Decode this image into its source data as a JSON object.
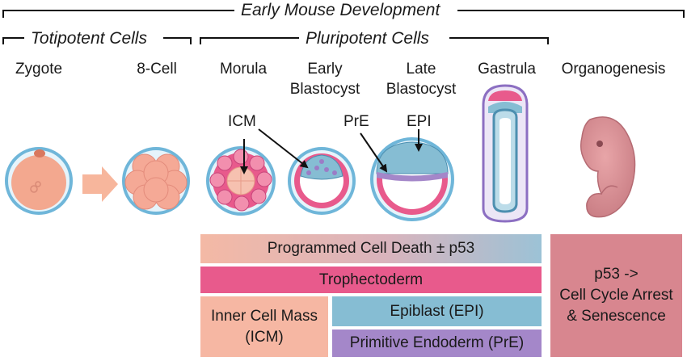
{
  "header": {
    "title": "Early Mouse Development",
    "totipotent": "Totipotent Cells",
    "pluripotent": "Pluripotent Cells"
  },
  "stages": {
    "zygote": "Zygote",
    "eight_cell": "8-Cell",
    "morula": "Morula",
    "early_blastocyst_1": "Early",
    "early_blastocyst_2": "Blastocyst",
    "late_blastocyst_1": "Late",
    "late_blastocyst_2": "Blastocyst",
    "gastrula": "Gastrula",
    "organogenesis": "Organogenesis"
  },
  "labels": {
    "icm": "ICM",
    "pre": "PrE",
    "epi": "EPI"
  },
  "bars": {
    "pcd": "Programmed Cell Death ± p53",
    "trophectoderm": "Trophectoderm",
    "icm_1": "Inner Cell Mass",
    "icm_2": "(ICM)",
    "epiblast": "Epiblast (EPI)",
    "primitive_endoderm": "Primitive Endoderm (PrE)",
    "p53_1": "p53 ->",
    "p53_2": "Cell Cycle Arrest",
    "p53_3": "& Senescence"
  },
  "colors": {
    "trophectoderm": "#e85a8c",
    "icm": "#f6b7a3",
    "epiblast": "#86bdd3",
    "primitive_endoderm": "#a487c9",
    "p53_box": "#d8868f",
    "zona": "#6fb6d9"
  }
}
